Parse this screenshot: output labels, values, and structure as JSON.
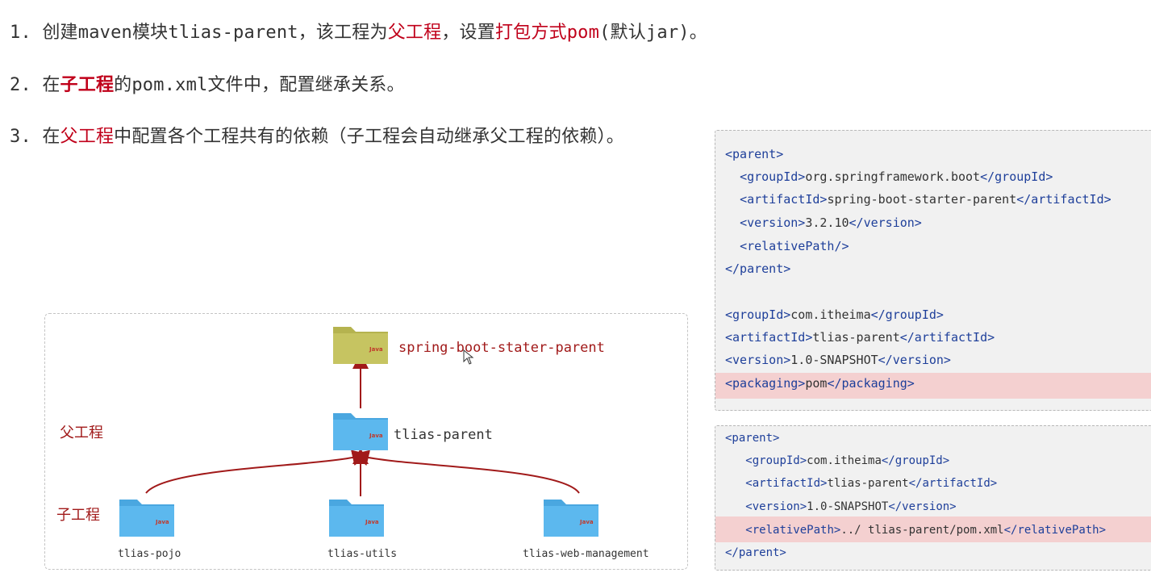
{
  "steps": [
    {
      "num": "1.",
      "t1": "创建maven模块tlias-parent，该工程为",
      "t2": "父工程",
      "t3": "，设置",
      "t4": "打包方式pom",
      "t5": "(默认jar)。"
    },
    {
      "num": "2.",
      "t1": "在",
      "t2": "子工程",
      "t3": "的pom.xml文件中，配置继承关系。"
    },
    {
      "num": "3.",
      "t1": "在",
      "t2": "父工程",
      "t3": "中配置各个工程共有的依赖（子工程会自动继承父工程的依赖）。"
    }
  ],
  "parent_pom": {
    "l1": "<parent>",
    "l2_open": "<groupId>",
    "l2_val": "org.springframework.boot",
    "l2_close": "</groupId>",
    "l3_open": "<artifactId>",
    "l3_val": "spring-boot-starter-parent",
    "l3_close": "</artifactId>",
    "l4_open": "<version>",
    "l4_val": "3.2.10",
    "l4_close": "</version>",
    "l5": "<relativePath/>",
    "l6": "</parent>",
    "l7_open": "<groupId>",
    "l7_val": "com.itheima",
    "l7_close": "</groupId>",
    "l8_open": "<artifactId>",
    "l8_val": "tlias-parent",
    "l8_close": "</artifactId>",
    "l9_open": "<version>",
    "l9_val": "1.0-SNAPSHOT",
    "l9_close": "</version>",
    "l10_open": "<packaging>",
    "l10_val": "pom",
    "l10_close": "</packaging>"
  },
  "child_pom": {
    "l1": "<parent>",
    "l2_open": "<groupId>",
    "l2_val": "com.itheima",
    "l2_close": "</groupId>",
    "l3_open": "<artifactId>",
    "l3_val": "tlias-parent",
    "l3_close": "</artifactId>",
    "l4_open": "<version>",
    "l4_val": "1.0-SNAPSHOT",
    "l4_close": "</version>",
    "l5_open": "<relativePath>",
    "l5_val": "../ tlias-parent/pom.xml",
    "l5_close": "</relativePath>",
    "l6": "</parent>"
  },
  "diagram": {
    "top_node": "spring-boot-stater-parent",
    "parent_node": "tlias-parent",
    "children": [
      "tlias-pojo",
      "tlias-utils",
      "tlias-web-management"
    ],
    "parent_label": "父工程",
    "child_label": "子工程",
    "java_badge": "Java"
  },
  "colors": {
    "accent_red": "#c0001a",
    "xml_tag_blue": "#1e3f9a",
    "highlight_row": "#f4d0d0",
    "folder_blue": "#5cb8ee",
    "folder_olive": "#c6c461",
    "arrow_red": "#a11a1a"
  }
}
